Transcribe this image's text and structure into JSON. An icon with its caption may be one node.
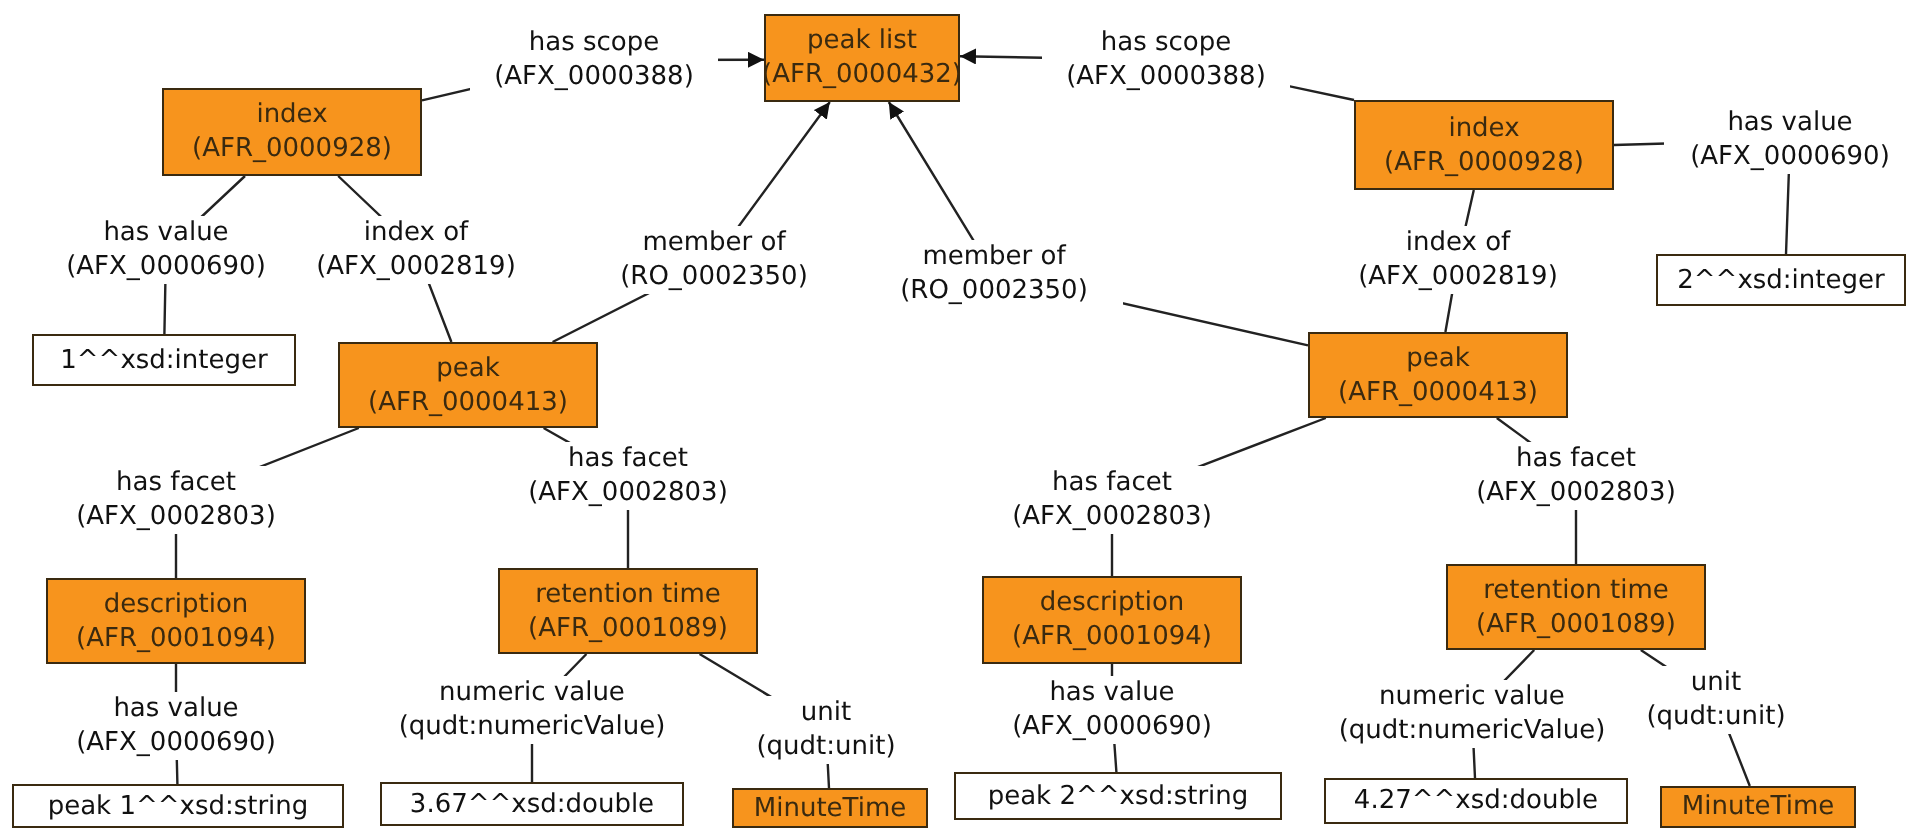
{
  "diagram": {
    "nodes": [
      {
        "text": [
          "peak list (AFR_0000432)"
        ]
      },
      {
        "text": [
          "index (AFR_0000928)"
        ]
      },
      {
        "text": [
          "1^^xsd:integer"
        ]
      },
      {
        "text": [
          "peak (AFR_0000413)"
        ]
      },
      {
        "text": [
          "index (AFR_0000928)"
        ]
      },
      {
        "text": [
          "2^^xsd:integer"
        ]
      },
      {
        "text": [
          "peak (AFR_0000413)"
        ]
      },
      {
        "text": [
          "description (AFR_0001094)"
        ]
      },
      {
        "text": [
          "retention time (AFR_0001089)"
        ]
      },
      {
        "text": [
          "peak 1^^xsd:string"
        ]
      },
      {
        "text": [
          "3.67^^xsd:double"
        ]
      },
      {
        "text": [
          "MinuteTime"
        ]
      },
      {
        "text": [
          "description (AFR_0001094)"
        ]
      },
      {
        "text": [
          "retention time (AFR_0001089)"
        ]
      },
      {
        "text": [
          "peak 2^^xsd:string"
        ]
      },
      {
        "text": [
          "4.27^^xsd:double"
        ]
      },
      {
        "text": [
          "MinuteTime"
        ]
      }
    ],
    "edges": [
      {
        "from": 1,
        "to": 0,
        "arrow": "to",
        "label": "has scope (AFX_0000388)"
      },
      {
        "from": 4,
        "to": 0,
        "arrow": "to",
        "label": "has scope (AFX_0000388)"
      },
      {
        "from": 3,
        "to": 0,
        "arrow": "to",
        "label": "member of (RO_0002350)"
      },
      {
        "from": 6,
        "to": 0,
        "arrow": "to",
        "label": "member of (RO_0002350)"
      },
      {
        "from": 1,
        "to": 2,
        "arrow": "none",
        "label": "has value (AFX_0000690)"
      },
      {
        "from": 1,
        "to": 3,
        "arrow": "none",
        "label": "index of (AFX_0002819)"
      },
      {
        "from": 4,
        "to": 6,
        "arrow": "none",
        "label": "index of (AFX_0002819)"
      },
      {
        "from": 4,
        "to": 5,
        "arrow": "none",
        "label": "has value (AFX_0000690)"
      },
      {
        "from": 3,
        "to": 7,
        "arrow": "none",
        "label": "has facet (AFX_0002803)"
      },
      {
        "from": 3,
        "to": 8,
        "arrow": "none",
        "label": "has facet (AFX_0002803)"
      },
      {
        "from": 6,
        "to": 12,
        "arrow": "none",
        "label": "has facet (AFX_0002803)"
      },
      {
        "from": 6,
        "to": 13,
        "arrow": "none",
        "label": "has facet (AFX_0002803)"
      },
      {
        "from": 7,
        "to": 9,
        "arrow": "none",
        "label": "has value (AFX_0000690)"
      },
      {
        "from": 8,
        "to": 10,
        "arrow": "none",
        "label": "numeric value (qudt:numericValue)"
      },
      {
        "from": 8,
        "to": 11,
        "arrow": "none",
        "label": "unit (qudt:unit)"
      },
      {
        "from": 12,
        "to": 14,
        "arrow": "none",
        "label": "has value (AFX_0000690)"
      },
      {
        "from": 13,
        "to": 15,
        "arrow": "none",
        "label": "numeric value (qudt:numericValue)"
      },
      {
        "from": 13,
        "to": 16,
        "arrow": "none",
        "label": "unit (qudt:unit)"
      }
    ]
  }
}
